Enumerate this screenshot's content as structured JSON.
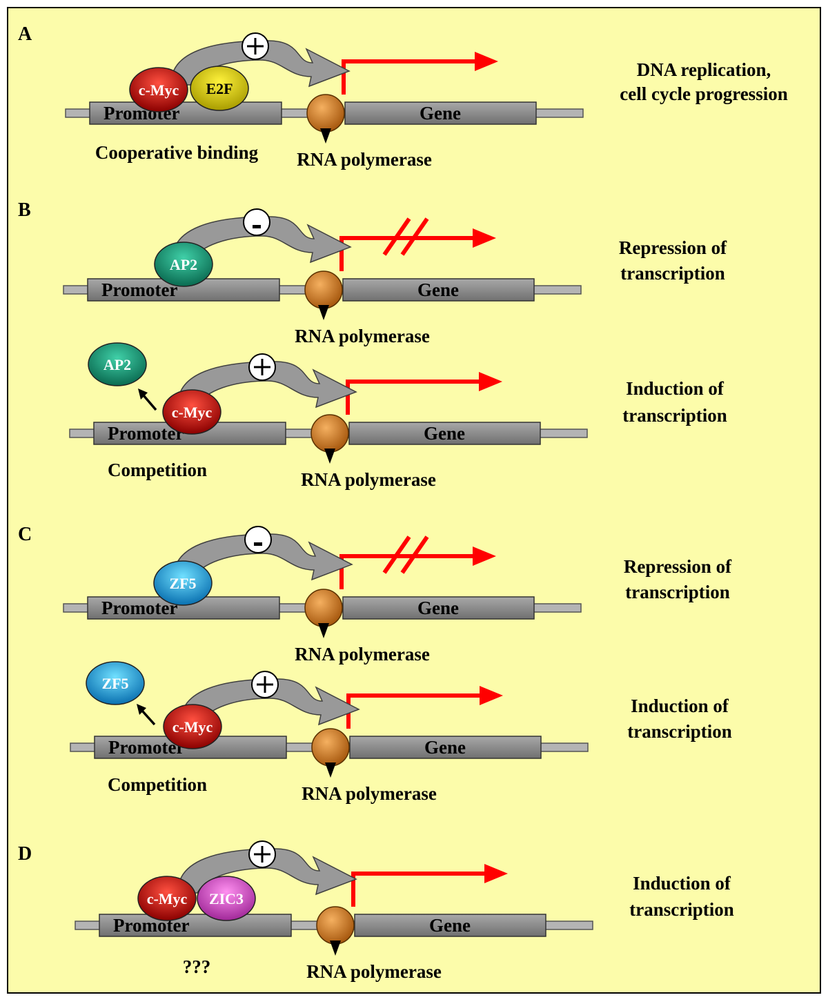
{
  "colors": {
    "background": "#fcfcaa",
    "arrow_red": "#ff0000",
    "curved_arrow": "#999999",
    "dna_bar": "#888888",
    "polymerase": "#c87620",
    "c_myc": "#c00000",
    "e2f": "#d4c800",
    "ap2": "#109a78",
    "zf5": "#20a8e0",
    "zic3": "#d050c8"
  },
  "common": {
    "promoter": "Promoter",
    "gene": "Gene",
    "rna_polymerase": "RNA polymerase"
  },
  "panels": [
    {
      "letter": "A",
      "rows": [
        {
          "effect": "+",
          "blocked": false,
          "proteins": [
            "c-Myc",
            "E2F"
          ],
          "note": "Cooperative binding",
          "outcome": [
            "DNA replication,",
            "cell cycle progression"
          ]
        }
      ]
    },
    {
      "letter": "B",
      "rows": [
        {
          "effect": "-",
          "blocked": true,
          "proteins": [
            "AP2"
          ],
          "note": "",
          "outcome": [
            "Repression of",
            "transcription"
          ]
        },
        {
          "effect": "+",
          "blocked": false,
          "proteins": [
            "c-Myc"
          ],
          "displaced": "AP2",
          "note": "Competition",
          "outcome": [
            "Induction of",
            "transcription"
          ]
        }
      ]
    },
    {
      "letter": "C",
      "rows": [
        {
          "effect": "-",
          "blocked": true,
          "proteins": [
            "ZF5"
          ],
          "note": "",
          "outcome": [
            "Repression of",
            "transcription"
          ]
        },
        {
          "effect": "+",
          "blocked": false,
          "proteins": [
            "c-Myc"
          ],
          "displaced": "ZF5",
          "note": "Competition",
          "outcome": [
            "Induction of",
            "transcription"
          ]
        }
      ]
    },
    {
      "letter": "D",
      "rows": [
        {
          "effect": "+",
          "blocked": false,
          "proteins": [
            "c-Myc",
            "ZIC3"
          ],
          "note": "???",
          "outcome": [
            "Induction of",
            "transcription"
          ]
        }
      ]
    }
  ]
}
